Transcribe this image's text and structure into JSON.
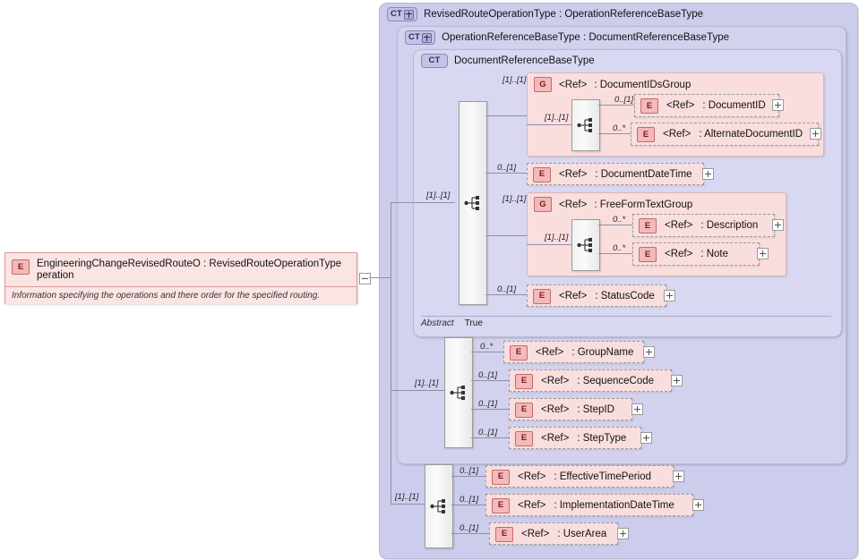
{
  "diagram": {
    "kind": "xsd-schema-diagram",
    "root_element": {
      "badge": "E",
      "name_line1": "EngineeringChangeRevisedRouteO",
      "name_line2": "peration",
      "type_label": ": RevisedRouteOperationType",
      "documentation": "Information specifying the operations and there order for the specified routing."
    },
    "containers": [
      {
        "badge": "CT",
        "expandable": true,
        "title": "RevisedRouteOperationType : OperationReferenceBaseType"
      },
      {
        "badge": "CT",
        "expandable": true,
        "title": "OperationReferenceBaseType : DocumentReferenceBaseType"
      },
      {
        "badge": "CT",
        "expandable": false,
        "title": "DocumentReferenceBaseType"
      }
    ],
    "abstract_row": {
      "key": "Abstract",
      "value": "True"
    },
    "groups": [
      {
        "badge": "G",
        "ref": "<Ref>",
        "type_label": ": DocumentIDsGroup",
        "cardinality": "[1]..[1]",
        "children": [
          {
            "badge": "E",
            "ref": "<Ref>",
            "type_label": ": DocumentID",
            "cardinality": "0..[1]"
          },
          {
            "badge": "E",
            "ref": "<Ref>",
            "type_label": ": AlternateDocumentID",
            "cardinality": "0..*"
          }
        ]
      },
      {
        "badge": "G",
        "ref": "<Ref>",
        "type_label": ": FreeFormTextGroup",
        "cardinality": "[1]..[1]",
        "children": [
          {
            "badge": "E",
            "ref": "<Ref>",
            "type_label": ": Description",
            "cardinality": "0..*"
          },
          {
            "badge": "E",
            "ref": "<Ref>",
            "type_label": ": Note",
            "cardinality": "0..*"
          }
        ]
      }
    ],
    "sequences": [
      {
        "name": "document-reference-base-sequence",
        "cardinality": "[1]..[1]",
        "items": [
          {
            "kind": "group",
            "type_label": ": DocumentIDsGroup",
            "cardinality": "[1]..[1]"
          },
          {
            "kind": "element",
            "badge": "E",
            "ref": "<Ref>",
            "type_label": ": DocumentDateTime",
            "cardinality": "0..[1]"
          },
          {
            "kind": "group",
            "type_label": ": FreeFormTextGroup",
            "cardinality": "[1]..[1]"
          },
          {
            "kind": "element",
            "badge": "E",
            "ref": "<Ref>",
            "type_label": ": StatusCode",
            "cardinality": "0..[1]"
          }
        ]
      },
      {
        "name": "operation-reference-base-sequence",
        "cardinality": "[1]..[1]",
        "items": [
          {
            "kind": "element",
            "badge": "E",
            "ref": "<Ref>",
            "type_label": ": GroupName",
            "cardinality": "0..*"
          },
          {
            "kind": "element",
            "badge": "E",
            "ref": "<Ref>",
            "type_label": ": SequenceCode",
            "cardinality": "0..[1]"
          },
          {
            "kind": "element",
            "badge": "E",
            "ref": "<Ref>",
            "type_label": ": StepID",
            "cardinality": "0..[1]"
          },
          {
            "kind": "element",
            "badge": "E",
            "ref": "<Ref>",
            "type_label": ": StepType",
            "cardinality": "0..[1]"
          }
        ]
      },
      {
        "name": "revised-route-operation-sequence",
        "cardinality": "[1]..[1]",
        "items": [
          {
            "kind": "element",
            "badge": "E",
            "ref": "<Ref>",
            "type_label": ": EffectiveTimePeriod",
            "cardinality": "0..[1]"
          },
          {
            "kind": "element",
            "badge": "E",
            "ref": "<Ref>",
            "type_label": ": ImplementationDateTime",
            "cardinality": "0..[1]"
          },
          {
            "kind": "element",
            "badge": "E",
            "ref": "<Ref>",
            "type_label": ": UserArea",
            "cardinality": "0..[1]"
          }
        ]
      }
    ],
    "colors": {
      "container_l1": "#ccccec",
      "container_l2": "#d2d2ef",
      "container_l3": "#d8d8f2",
      "element_fill": "#fbe4e4",
      "group_fill": "#fadede",
      "badge_e_fill": "#f4b9b9",
      "badge_ct_fill": "#c3c3e8",
      "connector": "#8f8fa8",
      "page_bg": "#ffffff"
    }
  }
}
